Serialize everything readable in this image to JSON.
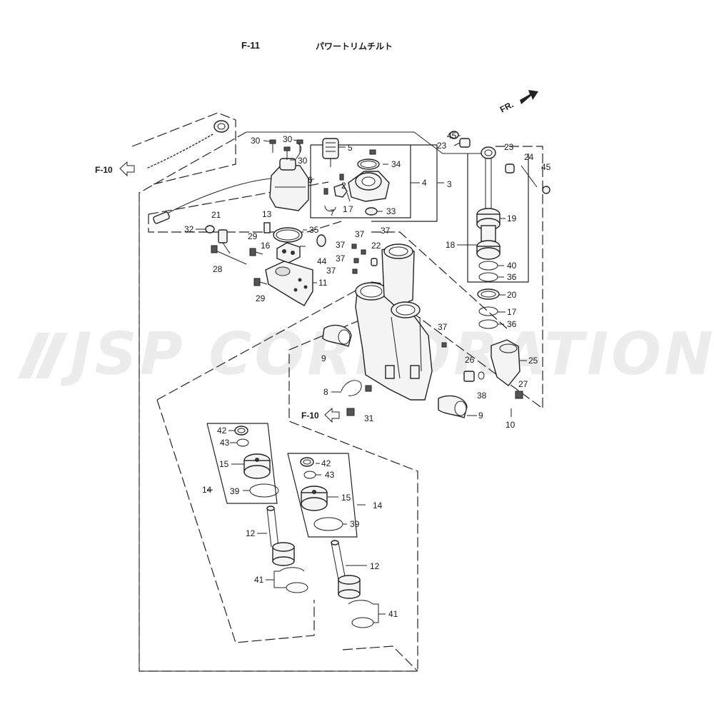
{
  "header": {
    "code": "F-11",
    "title": "パワートリムチルト"
  },
  "watermark": "JSP CORPORATION",
  "direction": "FR.",
  "refs": {
    "f10_upper": "F-10",
    "f10_lower": "F-10"
  },
  "labels": {
    "l1": "1",
    "l2": "2",
    "l3": "3",
    "l4": "4",
    "l5": "5",
    "l6": "6",
    "l7a": "7",
    "l7b": "7",
    "l8": "8",
    "l9a": "9",
    "l9b": "9",
    "l10": "10",
    "l11": "11",
    "l12a": "12",
    "l12b": "12",
    "l13": "13",
    "l14a": "14",
    "l14b": "14",
    "l15a": "15",
    "l15b": "15",
    "l16": "16",
    "l17": "17",
    "l18": "18",
    "l19": "19",
    "l20": "20",
    "l21": "21",
    "l22": "22",
    "l23a": "23",
    "l23b": "23",
    "l24": "24",
    "l25": "25",
    "l26": "26",
    "l27": "27",
    "l28": "28",
    "l29a": "29",
    "l29b": "29",
    "l30a": "30",
    "l30b": "30",
    "l30c": "30",
    "l31": "31",
    "l32": "32",
    "l33": "33",
    "l34": "34",
    "l35": "35",
    "l36a": "36",
    "l36b": "36",
    "l37a": "37",
    "l37b": "37",
    "l37c": "37",
    "l37d": "37",
    "l37e": "37",
    "l37f": "37",
    "l38": "38",
    "l39a": "39",
    "l39b": "39",
    "l40": "40",
    "l41a": "41",
    "l41b": "41",
    "l42a": "42",
    "l42b": "42",
    "l43a": "43",
    "l43b": "43",
    "l44": "44",
    "l45a": "45",
    "l45b": "45"
  }
}
